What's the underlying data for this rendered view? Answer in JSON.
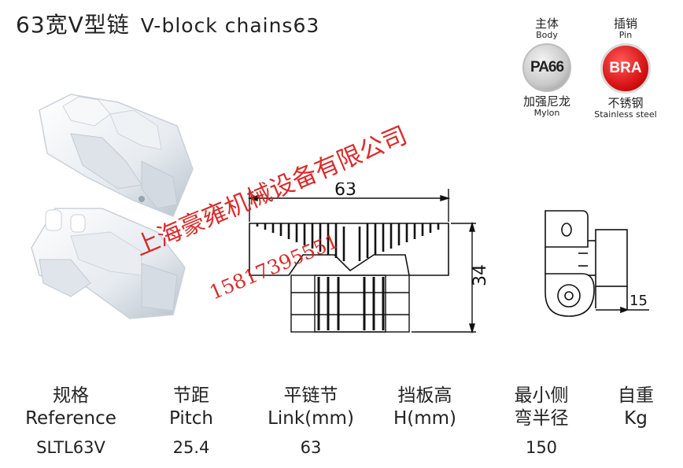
{
  "title": {
    "cn": "63宽V型链",
    "en": "V-block chains63"
  },
  "materials": [
    {
      "cn_top": "主体",
      "en_top": "Body",
      "badge": "PA66",
      "cn_bottom": "加强尼龙",
      "en_bottom": "Mylon",
      "color": "#c8c8c8"
    },
    {
      "cn_top": "插销",
      "en_top": "Pin",
      "badge": "BRA",
      "cn_bottom": "不锈钢",
      "en_bottom": "Stainless steel",
      "color": "#d81414"
    }
  ],
  "drawing": {
    "width_label": "63",
    "height_label": "34",
    "side_label": "15"
  },
  "watermark": {
    "company": "上海豪雍机械设备有限公司",
    "phone": "15817395551"
  },
  "table": {
    "headers": [
      {
        "cn": "规格",
        "en": "Reference"
      },
      {
        "cn": "节距",
        "en": "Pitch"
      },
      {
        "cn": "平链节",
        "en": "Link(mm)"
      },
      {
        "cn": "挡板高",
        "en": "H(mm)"
      },
      {
        "cn": "最小侧",
        "en": "弯半径"
      },
      {
        "cn": "自重",
        "en": "Kg"
      }
    ],
    "row": [
      "SLTL63V",
      "25.4",
      "63",
      "",
      "150",
      ""
    ]
  }
}
